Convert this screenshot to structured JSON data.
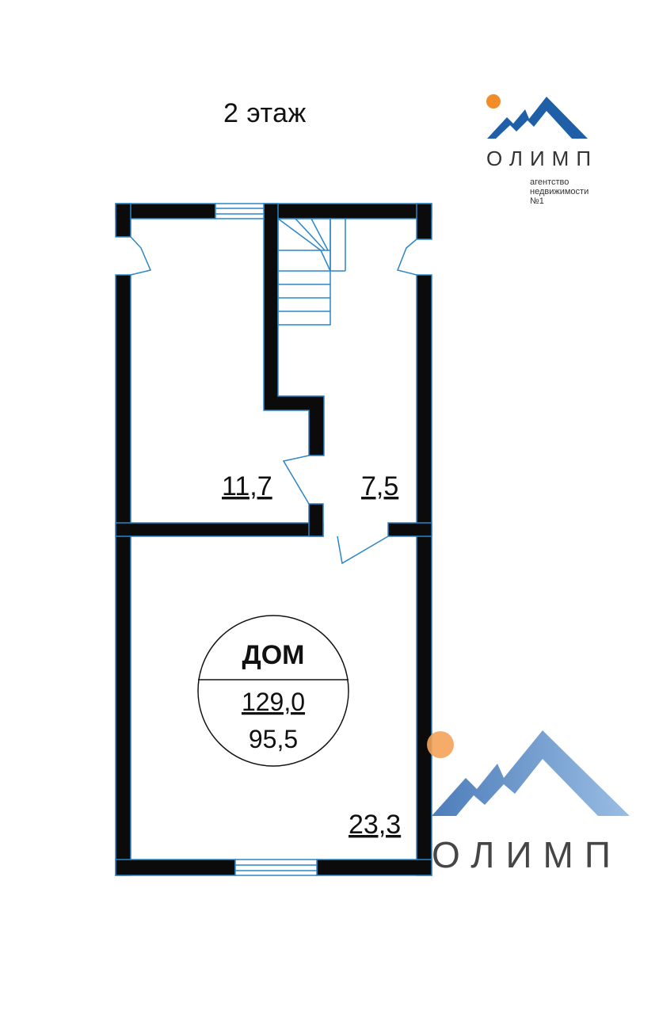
{
  "floor_title": "2 этаж",
  "logo": {
    "name": "ОЛИМП",
    "subtitle_lines": [
      "агентство",
      "недвижимости",
      "№1"
    ],
    "colors": {
      "mountain": "#1e5fa8",
      "sun": "#f28c28"
    }
  },
  "watermark": {
    "name": "ОЛИМП"
  },
  "rooms": [
    {
      "area": "11,7"
    },
    {
      "area": "7,5"
    },
    {
      "area": "23,3"
    }
  ],
  "summary": {
    "title": "ДОМ",
    "total_area": "129,0",
    "living_area": "95,5"
  },
  "colors": {
    "wall": "#0b0b0b",
    "wall_edge": "#2a86c8",
    "window": "#2a86c8"
  }
}
